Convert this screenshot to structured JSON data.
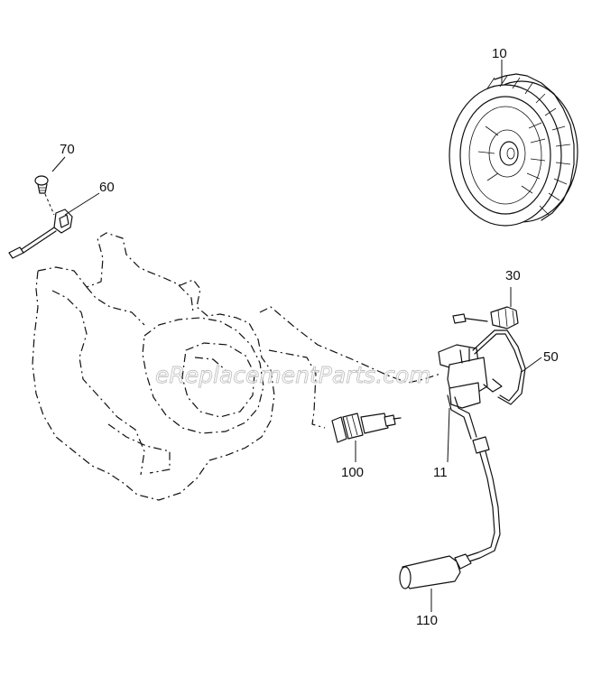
{
  "watermark": "eReplacementParts.com",
  "callouts": {
    "flywheel": "10",
    "ignition_coil": "11",
    "spark_plug_tip": "30",
    "ground_wire": "50",
    "stop_switch": "60",
    "screw": "70",
    "spark_plug": "100",
    "plug_cap": "110"
  }
}
